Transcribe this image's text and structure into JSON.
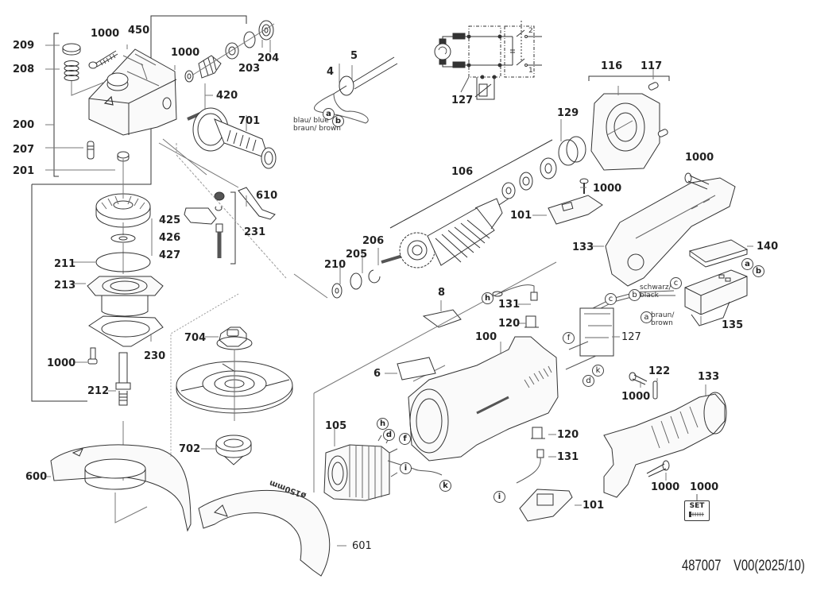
{
  "diagram": {
    "title": "Exploded parts diagram – angle grinder",
    "document_id": "487007",
    "version": "V00(2025/10)",
    "parts": {
      "p209": "209",
      "p208": "208",
      "p200": "200",
      "p207": "207",
      "p201": "201",
      "p1000_a": "1000",
      "p450": "450",
      "p1000_b": "1000",
      "p203": "203",
      "p204": "204",
      "p420": "420",
      "p701": "701",
      "p4": "4",
      "p5": "5",
      "p127_schem": "127",
      "p116": "116",
      "p117": "117",
      "p129": "129",
      "p106": "106",
      "p1000_c": "1000",
      "p101_top": "101",
      "p1000_d": "1000",
      "p133_top": "133",
      "p140": "140",
      "p610": "610",
      "p425": "425",
      "p426": "426",
      "p427": "427",
      "p231": "231",
      "p211": "211",
      "p213": "213",
      "p230": "230",
      "p1000_e": "1000",
      "p212": "212",
      "p704": "704",
      "p702": "702",
      "p600": "600",
      "p601": "601",
      "p206": "206",
      "p205": "205",
      "p210": "210",
      "p8": "8",
      "p131_top": "131",
      "p120_top": "120",
      "p100": "100",
      "p6": "6",
      "p105": "105",
      "p135": "135",
      "p127_switch": "127",
      "p122": "122",
      "p1000_f": "1000",
      "p133_bot": "133",
      "p120_bot": "120",
      "p131_bot": "131",
      "p101_bot": "101",
      "p1000_g": "1000",
      "p1000_set": "1000"
    },
    "wire_labels": {
      "blue": "blau/ blue",
      "brown": "braun/ brown",
      "black_switch": "schwarz/\nblack",
      "brown_switch": "braun/\nbrown"
    },
    "connector_markers": {
      "a1": "a",
      "b1": "b",
      "a2": "a",
      "b2": "b",
      "c1": "c",
      "c2": "c",
      "b3": "b",
      "a3": "a",
      "f1": "f",
      "k1": "k",
      "d1": "d",
      "h1": "h",
      "h2": "h",
      "d2": "d",
      "f2": "f",
      "i1": "i",
      "k2": "k",
      "i2": "i"
    },
    "schematic": {
      "switch_pos_1": "1",
      "switch_pos_2": "2"
    },
    "guard_marking": "ø150mm",
    "set_badge": "SET"
  }
}
